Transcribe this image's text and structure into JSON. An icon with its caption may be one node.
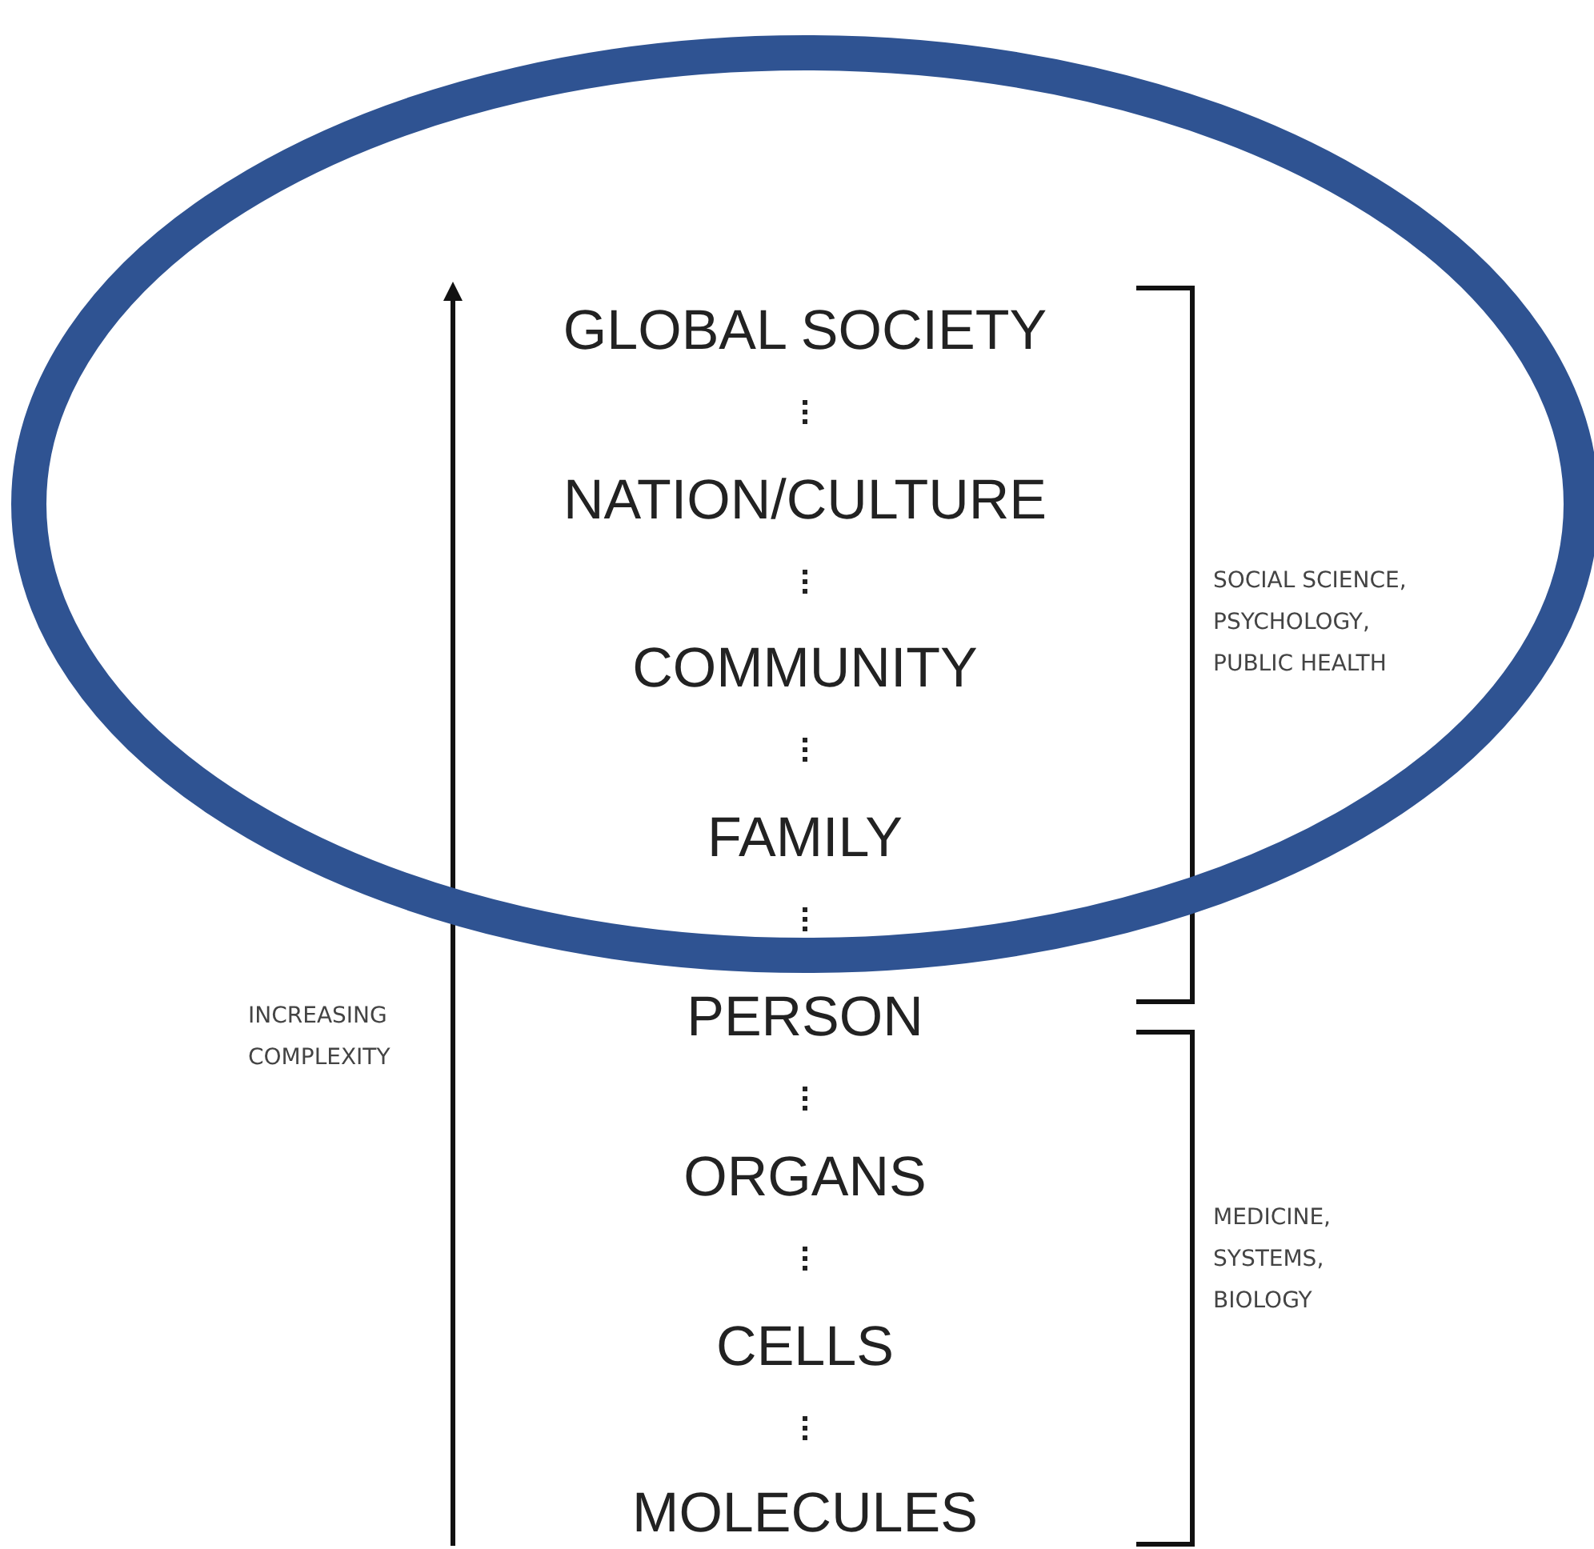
{
  "diagram": {
    "nodes": [
      {
        "text": [],
        "shape": "ellipse"
      },
      {
        "text": [
          "GLOBAL SOCIETY"
        ],
        "in": 0
      },
      {
        "text": [
          "NATION/CULTURE"
        ],
        "in": 0
      },
      {
        "text": [
          "COMMUNITY"
        ],
        "in": 0
      },
      {
        "text": [
          "FAMILY"
        ],
        "in": 0
      },
      {
        "text": [
          "PERSON"
        ]
      },
      {
        "text": [
          "ORGANS"
        ]
      },
      {
        "text": [
          "CELLS"
        ]
      },
      {
        "text": [
          "MOLECULES"
        ]
      }
    ],
    "edges": [
      {
        "from": 1,
        "to": 2,
        "arrow": "none",
        "style": "dashed"
      },
      {
        "from": 2,
        "to": 3,
        "arrow": "none",
        "style": "dashed"
      },
      {
        "from": 3,
        "to": 4,
        "arrow": "none",
        "style": "dashed"
      },
      {
        "from": 4,
        "to": 5,
        "arrow": "none",
        "style": "dashed"
      },
      {
        "from": 5,
        "to": 6,
        "arrow": "none",
        "style": "dashed"
      },
      {
        "from": 6,
        "to": 7,
        "arrow": "none",
        "style": "dashed"
      },
      {
        "from": 7,
        "to": 8,
        "arrow": "none",
        "style": "dashed"
      }
    ],
    "labels": [
      "SOCIAL SCIENCE, PSYCHOLOGY, PUBLIC HEALTH",
      "INCREASING COMPLEXITY",
      "MEDICINE, SYSTEMS, BIOLOGY"
    ]
  }
}
